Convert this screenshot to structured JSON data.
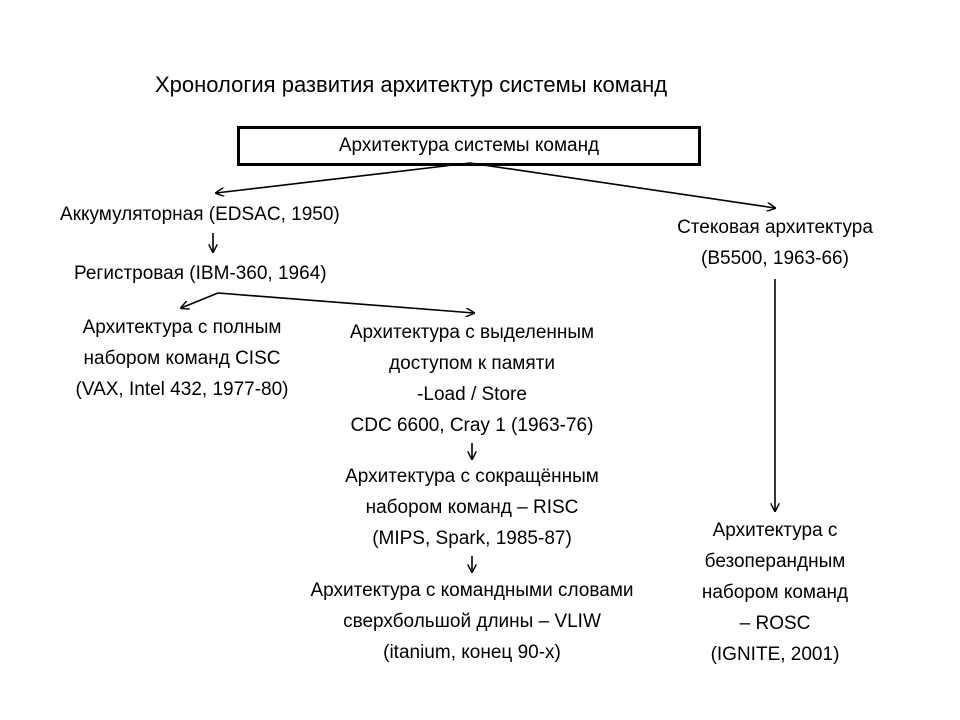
{
  "title": "Хронология развития архитектур системы команд",
  "root": "Архитектура системы команд",
  "nodes": {
    "accumulator": "Аккумуляторная (EDSAC, 1950)",
    "register": "Регистровая (IBM-360, 1964)",
    "stack": [
      "Стековая архитектура",
      "(B5500, 1963-66)"
    ],
    "cisc": [
      "Архитектура с полным",
      "набором команд CISC",
      "(VAX, Intel 432, 1977-80)"
    ],
    "loadstore": [
      "Архитектура с выделенным",
      "доступом к памяти",
      "-Load / Store",
      "CDC 6600, Cray 1 (1963-76)"
    ],
    "risc": [
      "Архитектура с сокращённым",
      "набором команд – RISC",
      "(MIPS, Spark, 1985-87)"
    ],
    "vliw": [
      "Архитектура с командными словами",
      "сверхбольшой длины – VLIW",
      "(itanium, конец 90-х)"
    ],
    "rosc": [
      "Архитектура с",
      "безоперандным",
      "набором команд",
      "– ROSC",
      "(IGNITE, 2001)"
    ]
  }
}
